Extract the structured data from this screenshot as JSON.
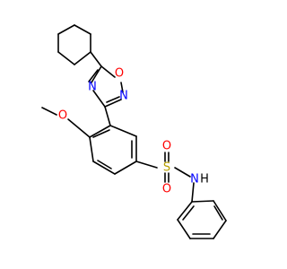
{
  "molecule": {
    "atoms": {
      "oxadiazole_o": "O",
      "oxadiazole_n4": "N",
      "oxadiazole_n2": "N",
      "methoxy_o": "O",
      "sulfonyl_s": "S",
      "sulfonyl_o_top": "O",
      "sulfonyl_o_bottom": "O",
      "sulfonamide_nh": "N",
      "sulfonamide_h": "H"
    },
    "colors": {
      "bond": "#000000",
      "oxygen": "#ff0000",
      "nitrogen": "#0000ff",
      "sulfur": "#b8a000",
      "hydrogen": "#000000"
    }
  }
}
